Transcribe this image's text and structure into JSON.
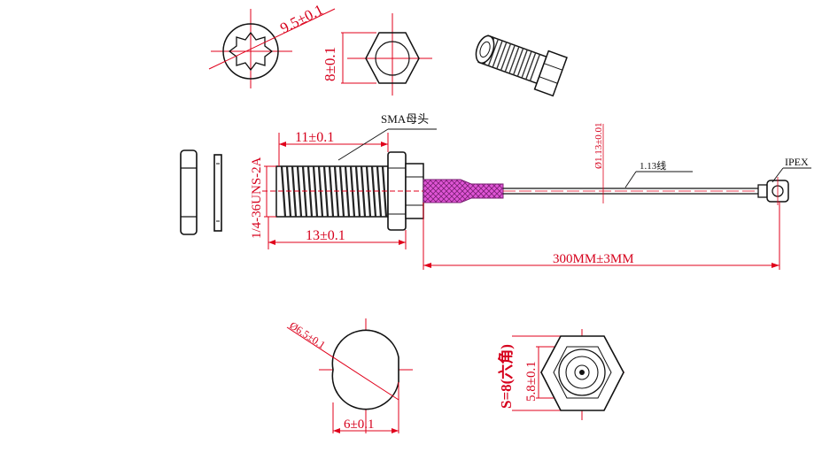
{
  "drawing": {
    "labels": {
      "top_left_dia": "9.5±0.1",
      "top_hex_height": "8±0.1",
      "connector_name": "SMA母头",
      "thread_length": "11±0.1",
      "thread_spec": "1/4-36UNS-2A",
      "body_length": "13±0.1",
      "cable_dia": "Ø1.13±0.01",
      "cable_type": "1.13线",
      "end_connector": "IPEX",
      "cable_length": "300MM±3MM",
      "nut_dia": "Ø6.5±0.1",
      "flat_width": "6±0.1",
      "hex_size": "S=8(六角)",
      "inner_height": "5.8±0.1"
    },
    "colors": {
      "dimension": "#e0001b",
      "outline": "#111111",
      "heatshrink": "#e055d6"
    }
  }
}
